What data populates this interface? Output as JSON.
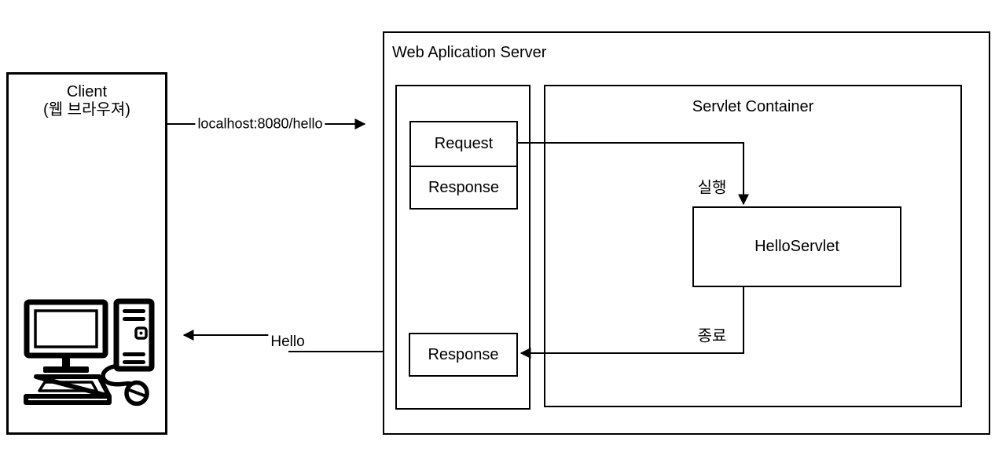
{
  "colors": {
    "stroke": "#000000",
    "background": "#ffffff",
    "text": "#000000"
  },
  "client": {
    "title": "Client",
    "subtitle": "(웹 브라우져)",
    "icon": "desktop-computer-icon"
  },
  "server": {
    "title": "Web Aplication Server",
    "handler": {
      "request_label": "Request",
      "response_label": "Response"
    },
    "response_box_label": "Response",
    "servlet_container": {
      "title": "Servlet Container",
      "servlet_label": "HelloServlet"
    }
  },
  "connections": [
    {
      "id": "client-to-server",
      "label": "localhost:8080/hello"
    },
    {
      "id": "request-to-servlet",
      "label": "실행"
    },
    {
      "id": "servlet-to-response",
      "label": "종료"
    },
    {
      "id": "server-to-client",
      "label": "Hello"
    }
  ]
}
